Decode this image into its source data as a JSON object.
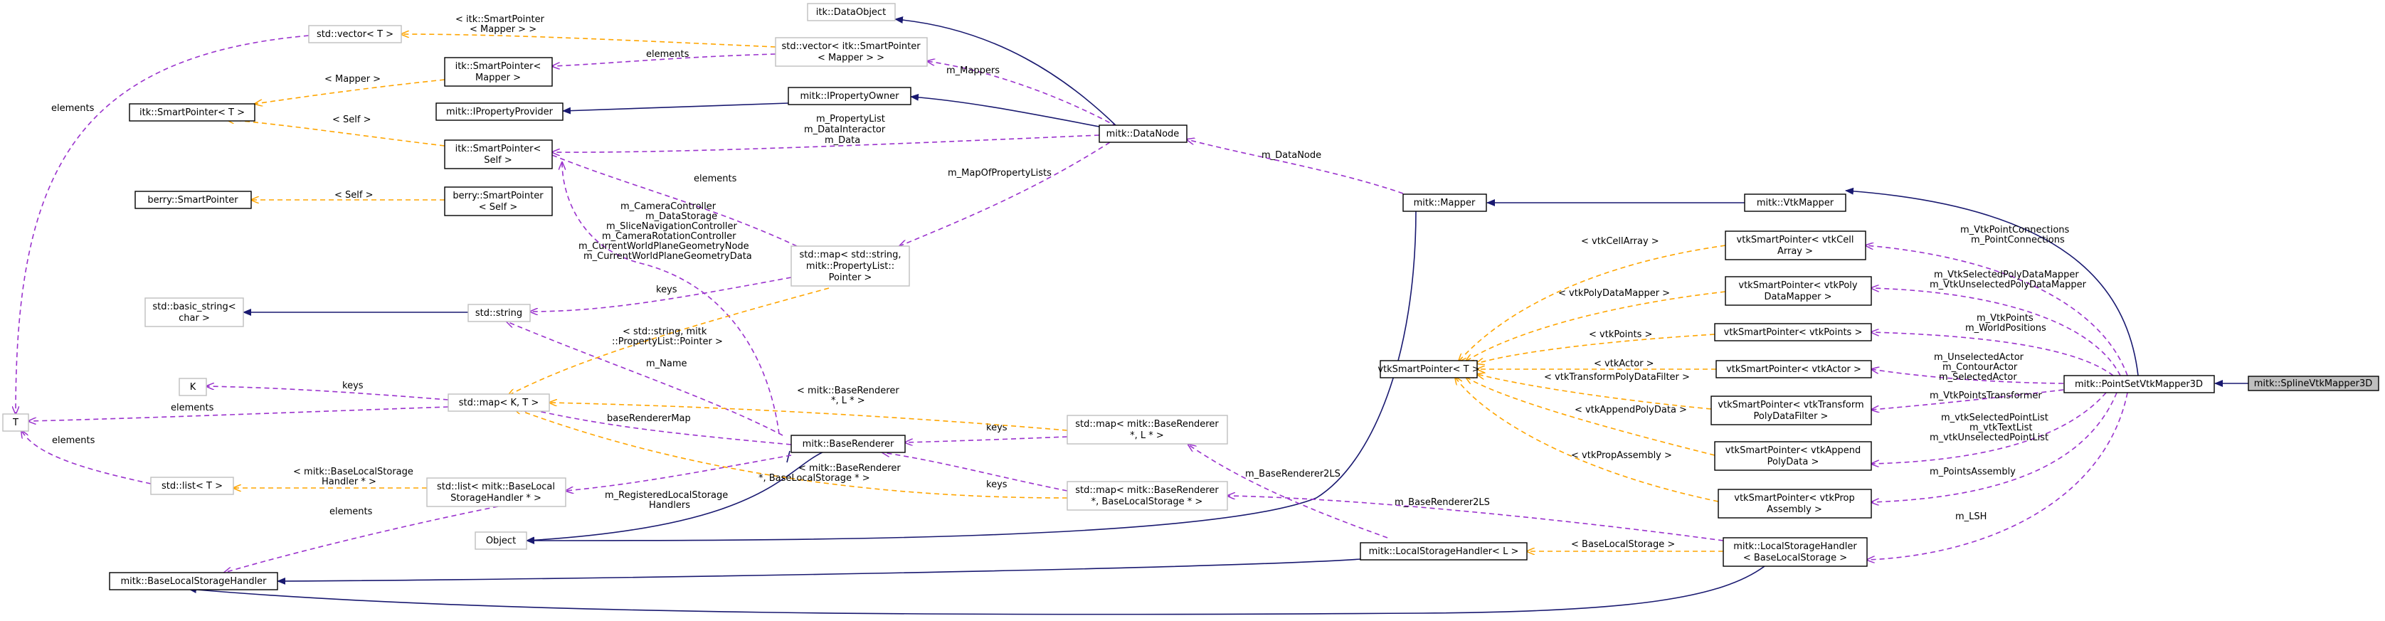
{
  "diagram": {
    "nodes": {
      "splinevtk": "mitk::SplineVtkMapper3D",
      "pointset": "mitk::PointSetVtkMapper3D",
      "vtkmapper": "mitk::VtkMapper",
      "mapper": "mitk::Mapper",
      "datanode": "mitk::DataNode",
      "ipropertyowner": "mitk::IPropertyOwner",
      "ipropertyprovider": "mitk::IPropertyProvider",
      "dataobject": "itk::DataObject",
      "vectorT": "std::vector< T >",
      "vectorMapper": [
        "std::vector< itk::SmartPointer",
        "< Mapper > >"
      ],
      "itkSPMapper": [
        "itk::SmartPointer<",
        "Mapper >"
      ],
      "itkSPT": "itk::SmartPointer< T >",
      "itkSPSelf": [
        "itk::SmartPointer<",
        "Self >"
      ],
      "berrySP": "berry::SmartPointer",
      "berrySPSelf": [
        "berry::SmartPointer",
        "< Self >"
      ],
      "propmap": [
        "std::map< std::string,",
        "mitk::PropertyList::",
        "Pointer >"
      ],
      "basicstring": [
        "std::basic_string<",
        "char >"
      ],
      "stdstring": "std::string",
      "K": "K",
      "T": "T",
      "stdmapKT": "std::map< K, T >",
      "stdlistT": "std::list< T >",
      "baserenderer": "mitk::BaseRenderer",
      "stdlistBLS": [
        "std::list< mitk::BaseLocal",
        "StorageHandler * >"
      ],
      "object": "Object",
      "baselsh": "mitk::BaseLocalStorageHandler",
      "mapBRL": [
        "std::map< mitk::BaseRenderer",
        "*, L * >"
      ],
      "mapBRBLS": [
        "std::map< mitk::BaseRenderer",
        "*, BaseLocalStorage * >"
      ],
      "lshL": "mitk::LocalStorageHandler< L >",
      "lshBLS": [
        "mitk::LocalStorageHandler",
        "< BaseLocalStorage >"
      ],
      "vtkSPT": "vtkSmartPointer< T >",
      "vtkCellArray": [
        "vtkSmartPointer< vtkCell",
        "Array >"
      ],
      "vtkPolyDM": [
        "vtkSmartPointer< vtkPoly",
        "DataMapper >"
      ],
      "vtkPoints": "vtkSmartPointer< vtkPoints >",
      "vtkActor": "vtkSmartPointer< vtkActor >",
      "vtkTransform": [
        "vtkSmartPointer< vtkTransform",
        "PolyDataFilter >"
      ],
      "vtkAppend": [
        "vtkSmartPointer< vtkAppend",
        "PolyData >"
      ],
      "vtkProp": [
        "vtkSmartPointer< vtkProp",
        "Assembly >"
      ]
    },
    "edge_labels": {
      "mappers": "m_Mappers",
      "itkSPMapperVec": [
        "< itk::SmartPointer",
        "< Mapper > >"
      ],
      "elementsVec": "elements",
      "mapperTpl": "< Mapper >",
      "selfTpl1": "< Self >",
      "selfTpl2": "< Self >",
      "propertyList": [
        "m_PropertyList",
        "m_DataInteractor",
        "m_Data"
      ],
      "mapOfPropertyLists": "m_MapOfPropertyLists",
      "elementsPropmap": "elements",
      "rendererMembers": [
        "m_CameraController",
        "m_DataStorage",
        "m_SliceNavigationController",
        "m_CameraRotationController",
        "m_CurrentWorldPlaneGeometryNode",
        "m_CurrentWorldPlaneGeometryData"
      ],
      "keysString": "keys",
      "stdStringMitk": [
        "< std::string, mitk",
        "::PropertyList::Pointer >"
      ],
      "name": "m_Name",
      "keysK": "keys",
      "elementsT1": "elements",
      "elementsT2": "elements",
      "baseRendererMap": "baseRendererMap",
      "mitkBRL": [
        "< mitk::BaseRenderer",
        "*, L * >"
      ],
      "keysBRL": "keys",
      "keysBRBLS": "keys",
      "registeredLSH": [
        "m_RegisteredLocalStorage",
        "Handlers"
      ],
      "mitkBRBLS": [
        "< mitk::BaseRenderer",
        "*, BaseLocalStorage * >"
      ],
      "baseLocalStorageHandlerTpl": [
        "< mitk::BaseLocalStorage",
        "Handler * >"
      ],
      "elementsBLS": "elements",
      "baseRenderer2LS_1": "m_BaseRenderer2LS",
      "baseRenderer2LS_2": "m_BaseRenderer2LS",
      "baseLocalStorageTpl": "< BaseLocalStorage >",
      "dataNode": "m_DataNode",
      "vtkCellArrayTpl": "< vtkCellArray >",
      "vtkPolyDataMapperTpl": "< vtkPolyDataMapper >",
      "vtkPointsTpl": "< vtkPoints >",
      "vtkActorTpl": "< vtkActor >",
      "vtkTransformTpl": "< vtkTransformPolyDataFilter >",
      "vtkAppendTpl": "< vtkAppendPolyData >",
      "vtkPropTpl": "< vtkPropAssembly >",
      "pointConnections": [
        "m_VtkPointConnections",
        "m_PointConnections"
      ],
      "polyDataMapper": [
        "m_VtkSelectedPolyDataMapper",
        "m_VtkUnselectedPolyDataMapper"
      ],
      "vtkPoints": [
        "m_VtkPoints",
        "m_WorldPositions"
      ],
      "actors": [
        "m_UnselectedActor",
        "m_ContourActor",
        "m_SelectedActor"
      ],
      "transform": "m_VtkPointsTransformer",
      "pointLists": [
        "m_vtkSelectedPointList",
        "m_vtkTextList",
        "m_vtkUnselectedPointList"
      ],
      "pointsAssembly": "m_PointsAssembly",
      "lsh": "m_LSH"
    },
    "colors": {
      "inheritance": "#191970",
      "usage": "#9a32cd",
      "template": "#ffa500",
      "focus_fill": "#bfbfbf",
      "grey_border": "#bfbfbf"
    }
  }
}
